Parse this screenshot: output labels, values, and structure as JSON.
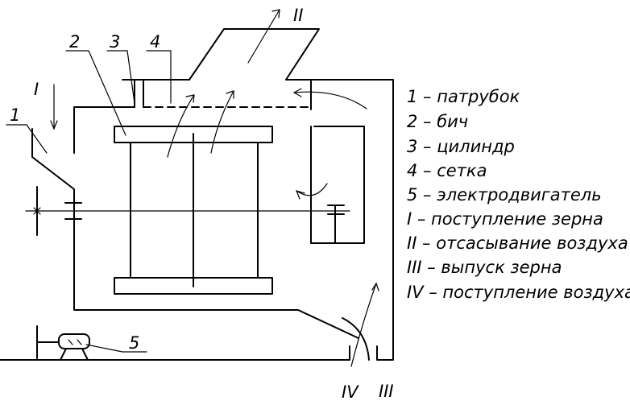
{
  "callouts": {
    "c1": "1",
    "c2": "2",
    "c3": "3",
    "c4": "4",
    "c5": "5"
  },
  "flows": {
    "f1": "I",
    "f2": "II",
    "f3": "III",
    "f4": "IV"
  },
  "legend": [
    "1 – патрубок",
    "2 – бич",
    "3 – цилиндр",
    "4 – сетка",
    "5 – электродвигатель",
    "I – поступление зерна",
    "II – отсасывание воздуха",
    "III – выпуск зерна",
    "IV – поступление воздуха"
  ]
}
